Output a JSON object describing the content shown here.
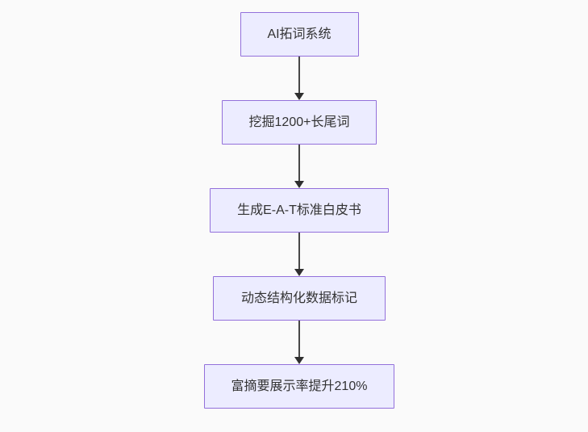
{
  "diagram": {
    "type": "flowchart",
    "direction": "top-down",
    "colors": {
      "canvas_background": "#FAFAFA",
      "node_fill": "#ECECFF",
      "node_border": "#9370DB",
      "node_text": "#333333",
      "edge_stroke": "#333333"
    },
    "nodes": [
      {
        "id": "step-1",
        "label": "AI拓词系统"
      },
      {
        "id": "step-2",
        "label": "挖掘1200+长尾词"
      },
      {
        "id": "step-3",
        "label": "生成E-A-T标准白皮书"
      },
      {
        "id": "step-4",
        "label": "动态结构化数据标记"
      },
      {
        "id": "step-5",
        "label": "富摘要展示率提升210%"
      }
    ],
    "edges": [
      {
        "from": "step-1",
        "to": "step-2",
        "style": "arrow-down"
      },
      {
        "from": "step-2",
        "to": "step-3",
        "style": "arrow-down"
      },
      {
        "from": "step-3",
        "to": "step-4",
        "style": "arrow-down"
      },
      {
        "from": "step-4",
        "to": "step-5",
        "style": "arrow-down"
      }
    ]
  }
}
